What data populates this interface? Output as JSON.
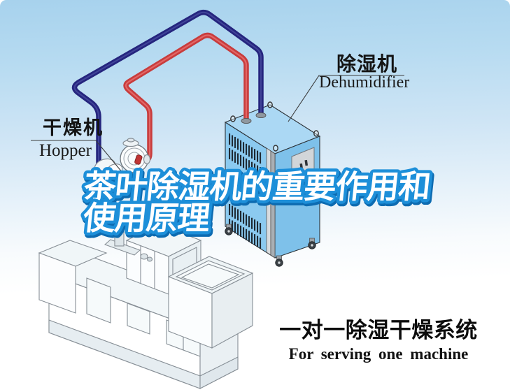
{
  "illustration": {
    "background_top_color": "#a7d2ed",
    "background_bottom_color": "#ffffff"
  },
  "labels": {
    "hopper": {
      "zh": "干燥机",
      "en": "Hopper"
    },
    "dehumidifier": {
      "zh": "除湿机",
      "en": "Dehumidifier"
    }
  },
  "title": {
    "line1": "茶叶除湿机的重要作用和",
    "line2": "使用原理",
    "fill_color": "#ffffff",
    "outline_color": "#1d8fd9"
  },
  "caption": {
    "zh": "一对一除湿干燥系统",
    "en": "For serving one machine"
  },
  "colors": {
    "hot_air_pipe": "#c83c3c",
    "return_air_pipe": "#25257e",
    "dehumidifier_body": "#8bcaf0",
    "label_leader_line": "#3c3c3c"
  }
}
